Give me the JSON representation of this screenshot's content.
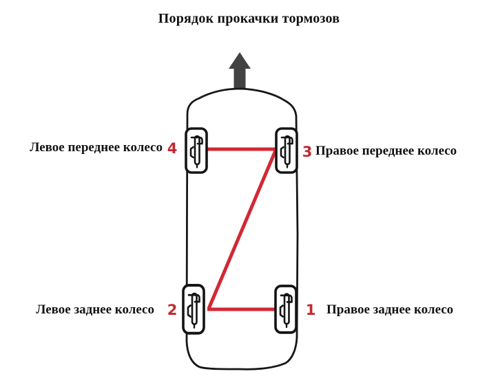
{
  "title": "Порядок прокачки тормозов",
  "labels": {
    "front_left": {
      "text": "Левое переднее колесо",
      "number": "4"
    },
    "front_right": {
      "text": "Правое переднее колесо",
      "number": "3"
    },
    "rear_left": {
      "text": "Левое заднее колесо",
      "number": "2"
    },
    "rear_right": {
      "text": "Правое заднее колесо",
      "number": "1"
    }
  },
  "icons": {
    "direction_arrow": "up-arrow-icon",
    "wheel": "wheel-with-brake-caliper-icon"
  },
  "colors": {
    "sequence_line_red": "#d22834",
    "number_red": "#c2282f",
    "outline_black": "#161616",
    "arrow_gray": "#424242",
    "background": "#ffffff"
  }
}
